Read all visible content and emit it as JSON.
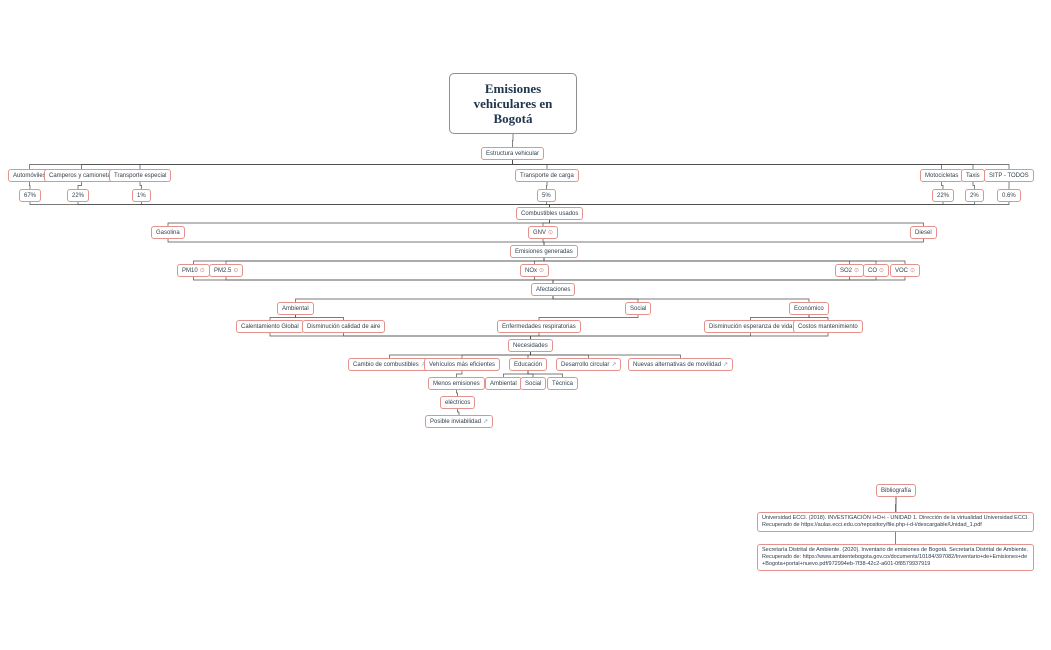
{
  "icons": {
    "note": "⊙",
    "link": "↗"
  },
  "colors": {
    "node_border": "#e2938d",
    "line": "#4d4d4d",
    "root_text": "#20364f",
    "note_icon": "#cf7e7e",
    "link_icon": "#6f9fce"
  },
  "nodes": {
    "root": {
      "label": "Emisiones vehiculares en Bogotá"
    },
    "estructura": {
      "label": "Estructura vehicular"
    },
    "automoviles": {
      "label": "Automóviles"
    },
    "camperos": {
      "label": "Camperos y camionetas"
    },
    "transporte_especial": {
      "label": "Transporte especial"
    },
    "transporte_carga": {
      "label": "Transporte de carga"
    },
    "motocicletas": {
      "label": "Motocicletas"
    },
    "taxis": {
      "label": "Taxis"
    },
    "sitp": {
      "label": "SITP - TODOS"
    },
    "pct_automoviles": {
      "label": "67%"
    },
    "pct_camperos": {
      "label": "22%"
    },
    "pct_especial": {
      "label": "1%"
    },
    "pct_carga": {
      "label": "5%"
    },
    "pct_motos": {
      "label": "22%"
    },
    "pct_taxis": {
      "label": "2%"
    },
    "pct_sitp": {
      "label": "0.6%"
    },
    "combustibles": {
      "label": "Combustibles usados"
    },
    "gasolina": {
      "label": "Gasolina"
    },
    "gnv": {
      "label": "GNV"
    },
    "diesel": {
      "label": "Diesel"
    },
    "emisiones": {
      "label": "Emisiones generadas"
    },
    "pm10": {
      "label": "PM10"
    },
    "pm25": {
      "label": "PM2.5"
    },
    "nox": {
      "label": "NOx"
    },
    "so2": {
      "label": "SO2"
    },
    "co": {
      "label": "CO"
    },
    "voc": {
      "label": "VOC"
    },
    "afectaciones": {
      "label": "Afectaciones"
    },
    "ambiental": {
      "label": "Ambiental"
    },
    "social": {
      "label": "Social"
    },
    "economico": {
      "label": "Económico"
    },
    "calentamiento": {
      "label": "Calentamiento Global"
    },
    "calidad_aire": {
      "label": "Disminución calidad de aire"
    },
    "enfermedades": {
      "label": "Enfermedades respiratorias"
    },
    "esperanza_vida": {
      "label": "Disminución esperanza de vida"
    },
    "costos": {
      "label": "Costos mantenimiento"
    },
    "necesidades": {
      "label": "Necesidades"
    },
    "cambio_combustibles": {
      "label": "Cambio de combustibles"
    },
    "vehiculos_eficientes": {
      "label": "Vehículos más eficientes"
    },
    "educacion": {
      "label": "Educación"
    },
    "desarrollo_circular": {
      "label": "Desarrollo circular"
    },
    "nuevas_alternativas": {
      "label": "Nuevas alternativas de movilidad"
    },
    "menos_emisiones": {
      "label": "Menos emisiones"
    },
    "edu_ambiental": {
      "label": "Ambiental"
    },
    "edu_social": {
      "label": "Social"
    },
    "edu_tecnica": {
      "label": "Técnica"
    },
    "electricos": {
      "label": "eléctricos"
    },
    "posible_inviabilidad": {
      "label": "Posible inviabilidad"
    },
    "bibliografia": {
      "label": "Bibliografía"
    },
    "ref1": {
      "label": "Universidad ECCI. (2018). INVESTIGACIÓN I+D+i - UNIDAD 1. Dirección de la virtualidad Universidad ECCI. Recuperado de https://aulas.ecci.edu.co/repository/file.php-i-d-i/descargable/Unidad_1.pdf"
    },
    "ref2": {
      "label": "Secretaría Distrital de Ambiente. (2020). Inventario de emisiones de Bogotá. Secretaría Distrital de Ambiente. Recuperado de: https://www.ambientebogota.gov.co/documents/10184/397082/Inventario+de+Emisiones+de+Bogota+portal+nuevo.pdf/972994eb-7f38-42c2-a601-0f8579937919"
    }
  },
  "edges": [
    [
      "root",
      "estructura"
    ],
    [
      "estructura",
      "automoviles"
    ],
    [
      "estructura",
      "camperos"
    ],
    [
      "estructura",
      "transporte_especial"
    ],
    [
      "estructura",
      "transporte_carga"
    ],
    [
      "estructura",
      "motocicletas"
    ],
    [
      "estructura",
      "taxis"
    ],
    [
      "estructura",
      "sitp"
    ],
    [
      "automoviles",
      "pct_automoviles"
    ],
    [
      "camperos",
      "pct_camperos"
    ],
    [
      "transporte_especial",
      "pct_especial"
    ],
    [
      "transporte_carga",
      "pct_carga"
    ],
    [
      "motocicletas",
      "pct_motos"
    ],
    [
      "taxis",
      "pct_taxis"
    ],
    [
      "sitp",
      "pct_sitp"
    ],
    [
      "pct_automoviles",
      "combustibles"
    ],
    [
      "pct_camperos",
      "combustibles"
    ],
    [
      "pct_especial",
      "combustibles"
    ],
    [
      "pct_carga",
      "combustibles"
    ],
    [
      "pct_motos",
      "combustibles"
    ],
    [
      "pct_taxis",
      "combustibles"
    ],
    [
      "pct_sitp",
      "combustibles"
    ],
    [
      "combustibles",
      "gasolina"
    ],
    [
      "combustibles",
      "gnv"
    ],
    [
      "combustibles",
      "diesel"
    ],
    [
      "gasolina",
      "emisiones"
    ],
    [
      "gnv",
      "emisiones"
    ],
    [
      "diesel",
      "emisiones"
    ],
    [
      "emisiones",
      "pm10"
    ],
    [
      "emisiones",
      "pm25"
    ],
    [
      "emisiones",
      "nox"
    ],
    [
      "emisiones",
      "so2"
    ],
    [
      "emisiones",
      "co"
    ],
    [
      "emisiones",
      "voc"
    ],
    [
      "pm10",
      "afectaciones"
    ],
    [
      "pm25",
      "afectaciones"
    ],
    [
      "nox",
      "afectaciones"
    ],
    [
      "so2",
      "afectaciones"
    ],
    [
      "co",
      "afectaciones"
    ],
    [
      "voc",
      "afectaciones"
    ],
    [
      "afectaciones",
      "ambiental"
    ],
    [
      "afectaciones",
      "social"
    ],
    [
      "afectaciones",
      "economico"
    ],
    [
      "ambiental",
      "calentamiento"
    ],
    [
      "ambiental",
      "calidad_aire"
    ],
    [
      "social",
      "enfermedades"
    ],
    [
      "economico",
      "esperanza_vida"
    ],
    [
      "economico",
      "costos"
    ],
    [
      "calentamiento",
      "necesidades"
    ],
    [
      "calidad_aire",
      "necesidades"
    ],
    [
      "enfermedades",
      "necesidades"
    ],
    [
      "esperanza_vida",
      "necesidades"
    ],
    [
      "costos",
      "necesidades"
    ],
    [
      "necesidades",
      "cambio_combustibles"
    ],
    [
      "necesidades",
      "vehiculos_eficientes"
    ],
    [
      "necesidades",
      "educacion"
    ],
    [
      "necesidades",
      "desarrollo_circular"
    ],
    [
      "necesidades",
      "nuevas_alternativas"
    ],
    [
      "vehiculos_eficientes",
      "menos_emisiones"
    ],
    [
      "educacion",
      "edu_ambiental"
    ],
    [
      "educacion",
      "edu_social"
    ],
    [
      "educacion",
      "edu_tecnica"
    ],
    [
      "menos_emisiones",
      "electricos"
    ],
    [
      "electricos",
      "posible_inviabilidad"
    ],
    [
      "bibliografia",
      "ref1"
    ],
    [
      "bibliografia",
      "ref2"
    ]
  ]
}
